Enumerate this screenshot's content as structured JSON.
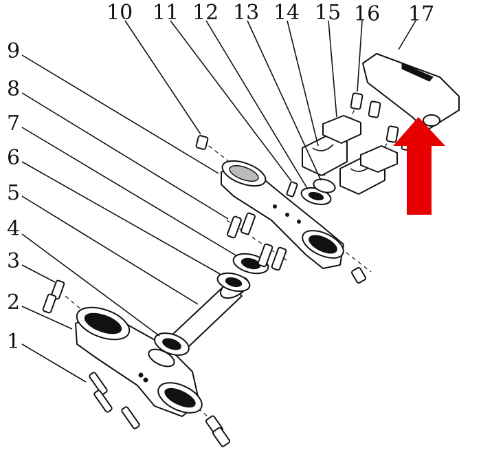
{
  "callouts": [
    {
      "id": "1",
      "text": "1"
    },
    {
      "id": "2",
      "text": "2"
    },
    {
      "id": "3",
      "text": "3"
    },
    {
      "id": "4",
      "text": "4"
    },
    {
      "id": "5",
      "text": "5"
    },
    {
      "id": "6",
      "text": "6"
    },
    {
      "id": "7",
      "text": "7"
    },
    {
      "id": "8",
      "text": "8"
    },
    {
      "id": "9",
      "text": "9"
    },
    {
      "id": "10",
      "text": "10"
    },
    {
      "id": "11",
      "text": "11"
    },
    {
      "id": "12",
      "text": "12"
    },
    {
      "id": "13",
      "text": "13"
    },
    {
      "id": "14",
      "text": "14"
    },
    {
      "id": "15",
      "text": "15"
    },
    {
      "id": "16",
      "text": "16"
    },
    {
      "id": "17",
      "text": "17"
    }
  ],
  "colors": {
    "line": "#111111",
    "highlight_arrow": "#e60000",
    "background": "#ffffff"
  }
}
